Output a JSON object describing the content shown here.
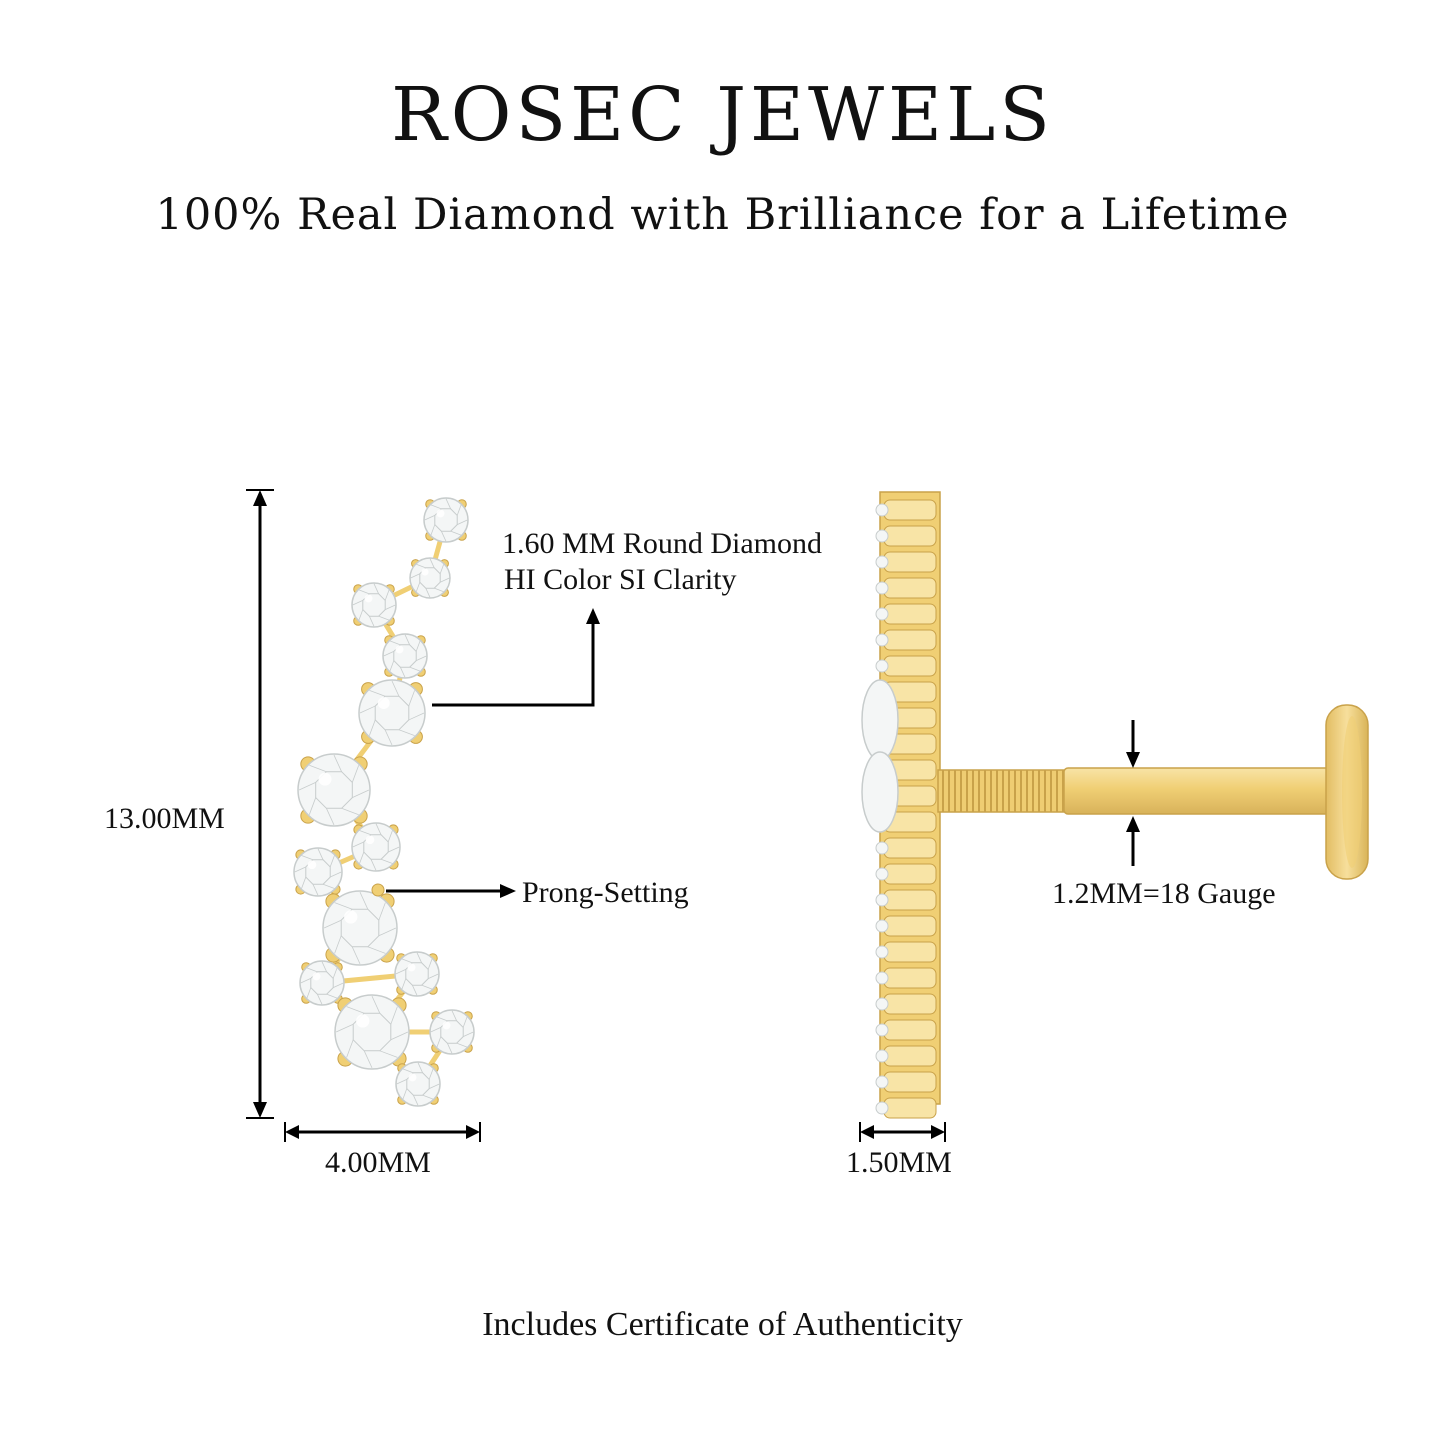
{
  "header": {
    "brand": "ROSEC JEWELS",
    "tagline": "100% Real Diamond with Brilliance for a Lifetime"
  },
  "front_view": {
    "height_label": "13.00MM",
    "width_label": "4.00MM",
    "stone_label_line1": "1.60 MM Round Diamond",
    "stone_label_line2": "HI Color SI Clarity",
    "setting_label": "Prong-Setting"
  },
  "side_view": {
    "thickness_label": "1.50MM",
    "gauge_label": "1.2MM=18 Gauge"
  },
  "footer": {
    "note": "Includes Certificate of Authenticity"
  },
  "colors": {
    "gold": "#f0cf74",
    "gold_dark": "#c9a24a",
    "gold_light": "#f8e4a6",
    "diamond": "#f4f6f6",
    "diamond_edge": "#c7cccc",
    "line": "#000000"
  }
}
